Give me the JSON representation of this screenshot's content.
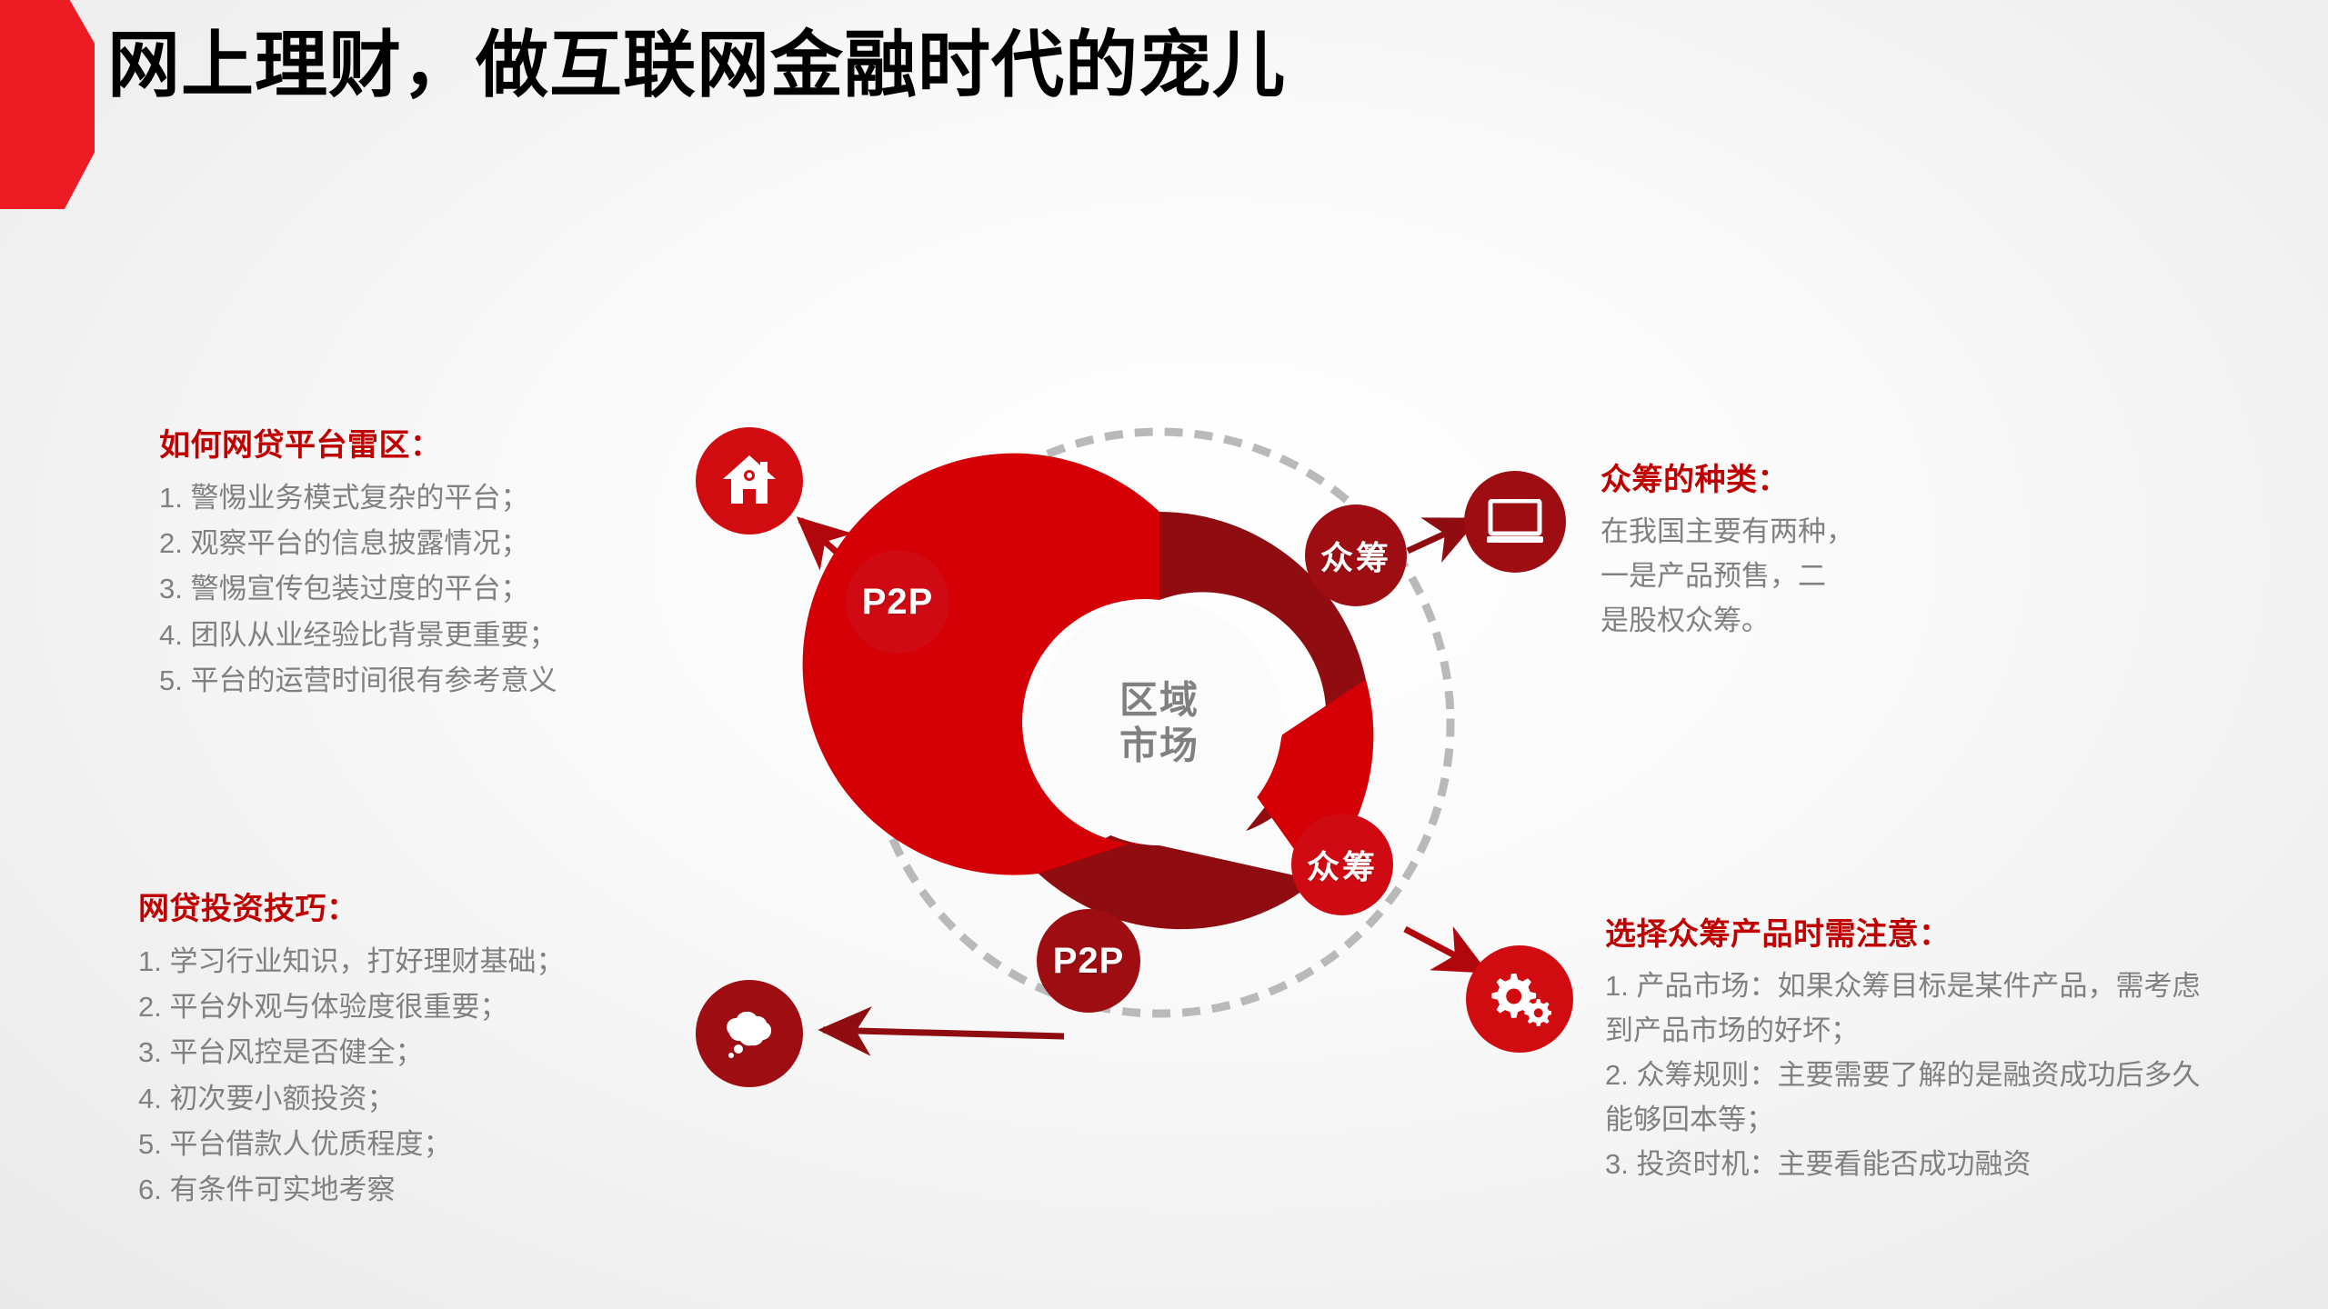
{
  "title": "网上理财，做互联网金融时代的宠儿",
  "colors": {
    "brand_red": "#ed1c24",
    "heading_red": "#c00000",
    "donut_bright": "#d40006",
    "donut_dark": "#8f0d11",
    "body_gray": "#808080",
    "background": "#f1f1f1"
  },
  "blocks": {
    "top_left": {
      "heading": "如何网贷平台雷区：",
      "lines": [
        "1. 警惕业务模式复杂的平台；",
        "2. 观察平台的信息披露情况；",
        "3. 警惕宣传包装过度的平台；",
        "4. 团队从业经验比背景更重要；",
        "5. 平台的运营时间很有参考意义"
      ]
    },
    "bottom_left": {
      "heading": "网贷投资技巧：",
      "lines": [
        "1. 学习行业知识，打好理财基础；",
        "2. 平台外观与体验度很重要；",
        "3. 平台风控是否健全；",
        "4. 初次要小额投资；",
        "5. 平台借款人优质程度；",
        "6. 有条件可实地考察"
      ]
    },
    "top_right": {
      "heading": "众筹的种类：",
      "lines": [
        "在我国主要有两种，",
        "一是产品预售，二",
        "是股权众筹。"
      ]
    },
    "bottom_right": {
      "heading": "选择众筹产品时需注意：",
      "lines": [
        "1. 产品市场：如果众筹目标是某件产品，需考虑到产品市场的好坏；",
        "2. 众筹规则：主要需要了解的是融资成功后多久能够回本等；",
        "3. 投资时机：主要看能否成功融资"
      ]
    }
  },
  "diagram": {
    "center_line1": "区域",
    "center_line2": "市场",
    "nodes": [
      {
        "id": "p2p-left",
        "label": "P2P",
        "style": "bright"
      },
      {
        "id": "zc-top",
        "label": "众筹",
        "style": "dark"
      },
      {
        "id": "zc-bottom",
        "label": "众筹",
        "style": "bright"
      },
      {
        "id": "p2p-bottom",
        "label": "P2P",
        "style": "dark"
      }
    ],
    "icons": [
      {
        "id": "house",
        "name": "house-icon"
      },
      {
        "id": "laptop",
        "name": "laptop-icon"
      },
      {
        "id": "gears",
        "name": "gears-icon"
      },
      {
        "id": "cloud",
        "name": "thought-bubble-icon"
      }
    ]
  },
  "chart_data": {
    "type": "pie",
    "title": "区域市场",
    "variant": "donut",
    "categories": [
      "众筹(上)",
      "众筹(右)",
      "P2P(下)",
      "P2P(左)"
    ],
    "values": [
      22,
      15,
      23,
      40
    ],
    "colors": [
      "#8f0d11",
      "#d40006",
      "#8f0d11",
      "#d40006"
    ],
    "start_angle_deg": 0,
    "inner_radius_ratio": 0.58,
    "legend": "none",
    "grid": false
  }
}
